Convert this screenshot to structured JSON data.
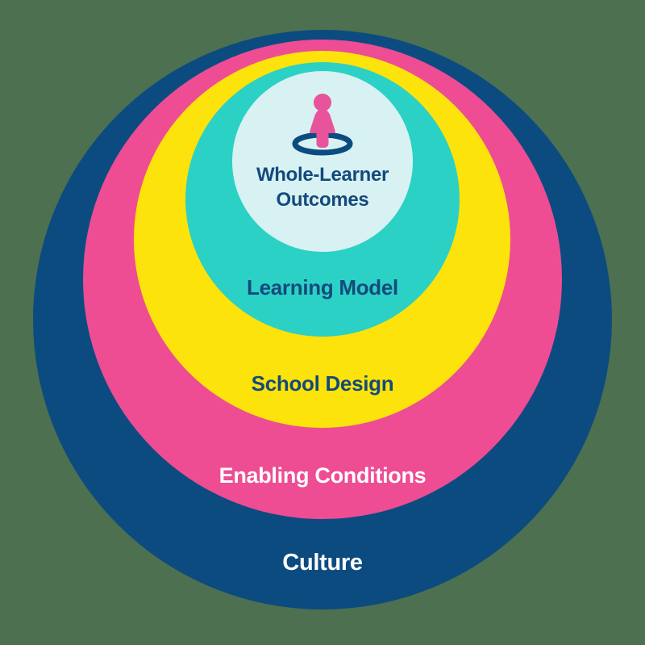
{
  "diagram": {
    "type": "nested-circles",
    "background_color": "#4C7050",
    "rings": [
      {
        "label": "Culture",
        "fill": "#0C4B80",
        "text_color": "#FFFFFF"
      },
      {
        "label": "Enabling Conditions",
        "fill": "#EE4D93",
        "text_color": "#FFFFFF"
      },
      {
        "label": "School Design",
        "fill": "#FCE30B",
        "text_color": "#134A7C"
      },
      {
        "label": "Learning Model",
        "fill": "#2CD1C5",
        "text_color": "#134A7C"
      },
      {
        "label": "Whole-Learner Outcomes",
        "fill": "#D8F1F2",
        "text_color": "#134A7C"
      }
    ],
    "icon": {
      "name": "person-on-ring-icon",
      "person_color": "#E8549B",
      "ring_color": "#0C4B80"
    }
  }
}
